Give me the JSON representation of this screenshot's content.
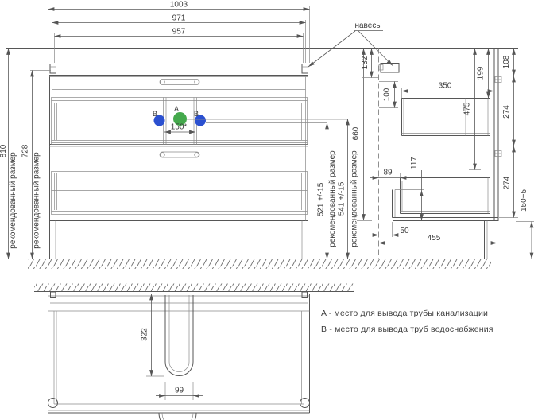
{
  "colors": {
    "pipe_a_green": "#44a94c",
    "pipe_b_blue": "#2b50d0"
  },
  "front_view": {
    "width_dims": [
      "1003",
      "971",
      "957"
    ],
    "height_dims": {
      "h810": {
        "value": "810",
        "note": "рекомендованный размер"
      },
      "h728": {
        "value": "728",
        "note": "рекомендованный размер"
      },
      "h521": {
        "value": "521 +/-15",
        "note": "рекомендованный размер"
      },
      "h541": {
        "value": "541 +/-15",
        "note": "рекомендованный размер"
      },
      "h660": "660"
    },
    "hangers_label": "навесы",
    "pipes": {
      "a_label": "A",
      "b_label": "B",
      "gap": "150*"
    }
  },
  "side_view": {
    "dims": {
      "offset_top": "132",
      "bracket": "100",
      "depth_top": "350",
      "apron": "199",
      "inner": "475",
      "top_edge": "108",
      "drawer_top": "274",
      "drawer_bottom": "274",
      "back_lower": "117",
      "back_offset": "89",
      "wall_gap": "50",
      "depth_total": "455",
      "legs": "150+5"
    }
  },
  "bottom_view": {
    "dims": {
      "cutout_depth": "322",
      "cutout_width": "99"
    }
  },
  "legend": {
    "line_a": "A - место для вывода трубы канализации",
    "line_b": "B - место для вывода труб водоснабжения"
  }
}
